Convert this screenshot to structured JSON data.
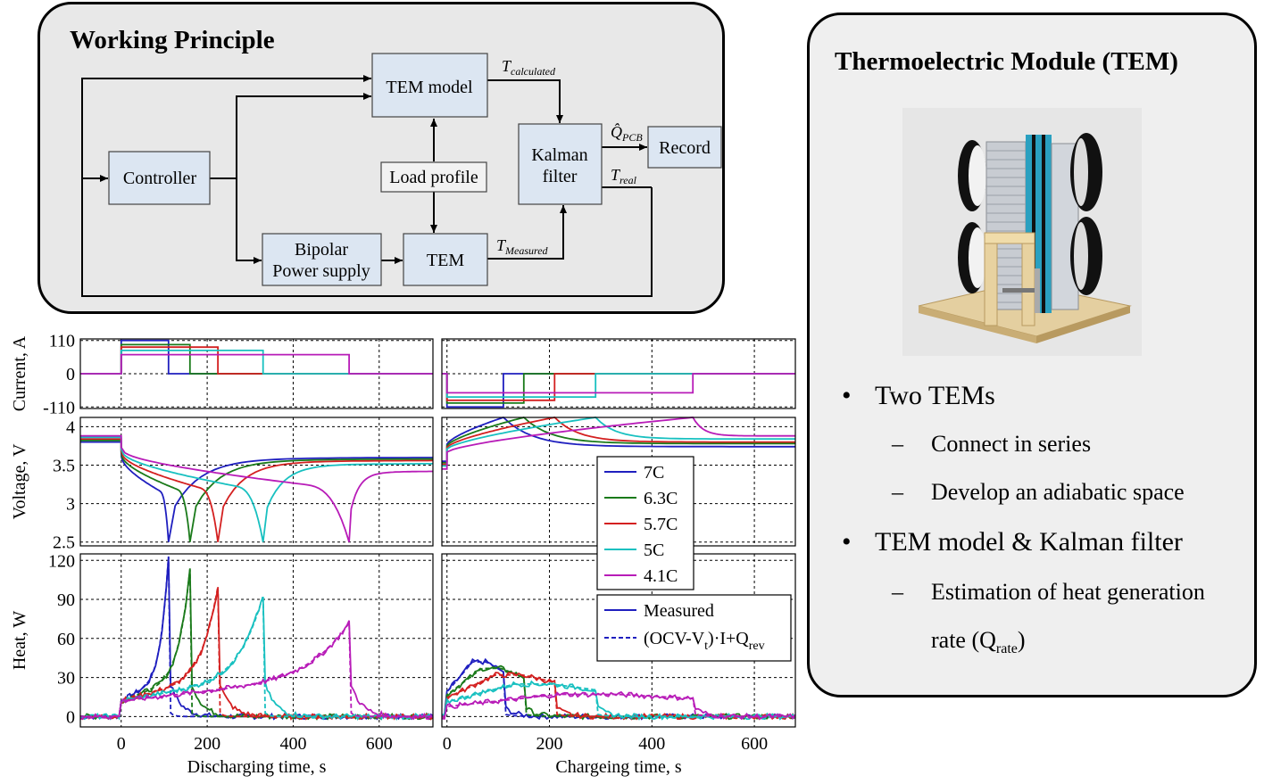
{
  "working_principle": {
    "title": "Working Principle",
    "blocks": {
      "tem_model": "TEM model",
      "controller": "Controller",
      "load_profile": "Load profile",
      "kalman_line1": "Kalman",
      "kalman_line2": "filter",
      "record": "Record",
      "bipolar_line1": "Bipolar",
      "bipolar_line2": "Power supply",
      "tem": "TEM"
    },
    "signals": {
      "t_calc_sym": "T",
      "t_calc_sub": "calculated",
      "q_sym": "Q̂",
      "q_sub": "PCB",
      "t_real_sym": "T",
      "t_real_sub": "real",
      "t_meas_sym": "T",
      "t_meas_sub": "Measured"
    }
  },
  "tem_panel": {
    "title": "Thermoelectric Module (TEM)",
    "bullets": {
      "b1": "Two TEMs",
      "b1_s1": "Connect in series",
      "b1_s2": "Develop an adiabatic space",
      "b2": "TEM model & Kalman filter",
      "b2_s1": "Estimation of heat generation",
      "b2_s2_main": "rate (Q",
      "b2_s2_sub": "rate",
      "b2_s2_end": ")"
    },
    "dash": "–",
    "dot": "•"
  },
  "chart_data": {
    "type": "line",
    "x_discharge_label": "Discharging time, s",
    "x_charge_label": "Chargeing time, s",
    "x_discharge_ticks": [
      "0",
      "200",
      "400",
      "600"
    ],
    "x_charge_ticks": [
      "0",
      "200",
      "400",
      "600"
    ],
    "xlim_discharge": [
      -95,
      725
    ],
    "xlim_charge": [
      -10,
      680
    ],
    "current": {
      "ylabel": "Current, A",
      "ylim": [
        -115,
        115
      ],
      "yticks": [
        "110",
        "0",
        "-110"
      ]
    },
    "voltage": {
      "ylabel": "Voltage, V",
      "ylim": [
        2.45,
        4.12
      ],
      "yticks": [
        "4",
        "3.5",
        "3",
        "2.5"
      ]
    },
    "heat": {
      "ylabel": "Heat, W",
      "ylim": [
        -8,
        125
      ],
      "yticks": [
        "120",
        "90",
        "60",
        "30",
        "0"
      ]
    },
    "series": [
      {
        "name": "7C",
        "color": "#1f1fbf",
        "discharge_end": 110,
        "charge_end": 110,
        "i_dis": 110,
        "i_chg": -110,
        "v_rest_start": 3.8,
        "v_rest_end": 3.6,
        "v_min": 2.5,
        "v_chg_start": 3.55,
        "v_chg_max": 4.12,
        "v_chg_rest": 3.74,
        "q_peak": 123,
        "q_chg": 42
      },
      {
        "name": "6.3C",
        "color": "#1a7a1a",
        "discharge_end": 160,
        "charge_end": 150,
        "i_dis": 96,
        "i_chg": -97,
        "v_rest_start": 3.82,
        "v_rest_end": 3.58,
        "v_min": 2.5,
        "v_chg_start": 3.53,
        "v_chg_max": 4.12,
        "v_chg_rest": 3.78,
        "q_peak": 113,
        "q_chg": 37
      },
      {
        "name": "5.7C",
        "color": "#d42020",
        "discharge_end": 225,
        "charge_end": 210,
        "i_dis": 88,
        "i_chg": -88,
        "v_rest_start": 3.84,
        "v_rest_end": 3.56,
        "v_min": 2.5,
        "v_chg_start": 3.51,
        "v_chg_max": 4.12,
        "v_chg_rest": 3.8,
        "q_peak": 100,
        "q_chg": 32
      },
      {
        "name": "5C",
        "color": "#18c0c0",
        "discharge_end": 330,
        "charge_end": 290,
        "i_dis": 77,
        "i_chg": -77,
        "v_rest_start": 3.86,
        "v_rest_end": 3.52,
        "v_min": 2.5,
        "v_chg_start": 3.49,
        "v_chg_max": 4.12,
        "v_chg_rest": 3.84,
        "q_peak": 93,
        "q_chg": 25
      },
      {
        "name": "4.1C",
        "color": "#b81cb8",
        "discharge_end": 530,
        "charge_end": 480,
        "i_dis": 63,
        "i_chg": -63,
        "v_rest_start": 3.88,
        "v_rest_end": 3.42,
        "v_min": 2.5,
        "v_chg_start": 3.45,
        "v_chg_max": 4.12,
        "v_chg_rest": 3.88,
        "q_peak": 72,
        "q_chg": 17
      }
    ],
    "legend_rates": [
      "7C",
      "6.3C",
      "5.7C",
      "5C",
      "4.1C"
    ],
    "legend_measured": "Measured",
    "legend_model_a": "(OCV-V",
    "legend_model_sub_t": "t",
    "legend_model_b": ")·I+Q",
    "legend_model_sub_rev": "rev"
  }
}
